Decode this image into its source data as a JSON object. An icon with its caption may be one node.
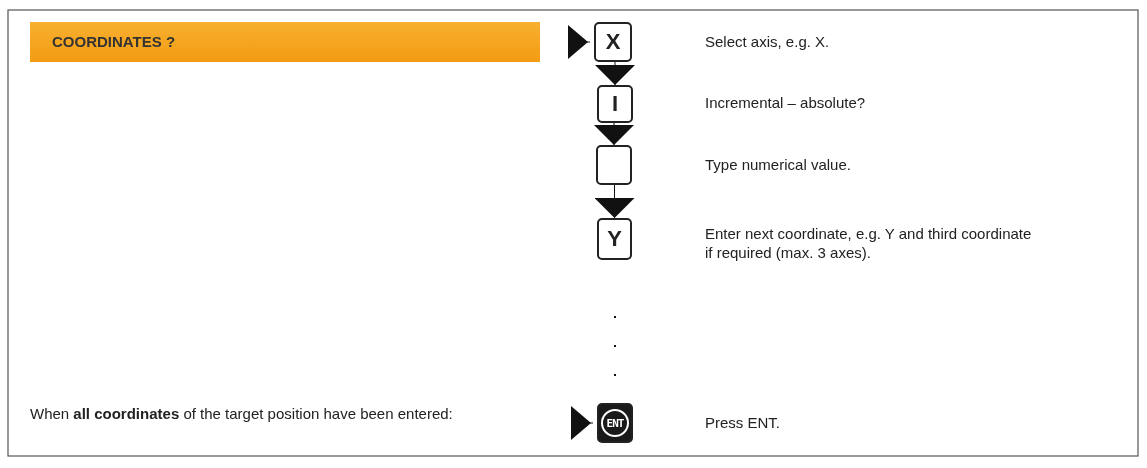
{
  "diagram": {
    "nodes": [
      {
        "text": [
          "COORDINATES ?"
        ]
      },
      {
        "text": [
          "X"
        ]
      },
      {
        "text": [
          "I"
        ]
      },
      {
        "text": [],
        "shape": "box"
      },
      {
        "text": [
          "Y"
        ]
      },
      {
        "text": [
          "ENT"
        ]
      },
      {
        "text": [
          "When **all coordinates** of the target position have been entered:"
        ]
      }
    ],
    "edges": [
      {
        "from": null,
        "to": 1,
        "arrow": "to"
      },
      {
        "from": 1,
        "to": 2,
        "arrow": "to"
      },
      {
        "from": 2,
        "to": 3,
        "arrow": "to"
      },
      {
        "from": 3,
        "to": 4,
        "arrow": "to"
      },
      {
        "from": 4,
        "to": 5,
        "arrow": "none",
        "style": "dashed"
      },
      {
        "from": null,
        "to": 5,
        "arrow": "to"
      }
    ],
    "labels": [
      "Select axis, e.g. X.",
      "Incremental – absolute?",
      "Type numerical value.",
      "Enter next coordinate, e.g. Y and third coordinate if required (max. 3 axes).",
      "Press ENT."
    ]
  }
}
